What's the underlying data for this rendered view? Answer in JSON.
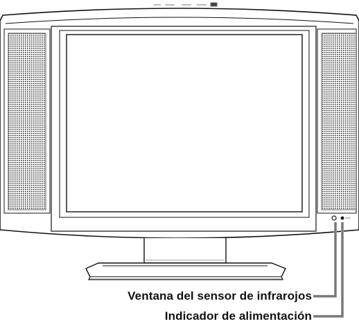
{
  "device": "lcd-television-front-view",
  "callouts": {
    "ir_sensor": "Ventana del sensor de infrarojos",
    "power_indicator": "Indicador de alimentación"
  },
  "colors": {
    "outline": "#111111",
    "speaker_grille": "#4a4a4a",
    "leader_line": "#9a9a9a"
  },
  "icons": {
    "ir_sensor": "ir-sensor-window-icon",
    "power_indicator": "power-led-icon"
  }
}
